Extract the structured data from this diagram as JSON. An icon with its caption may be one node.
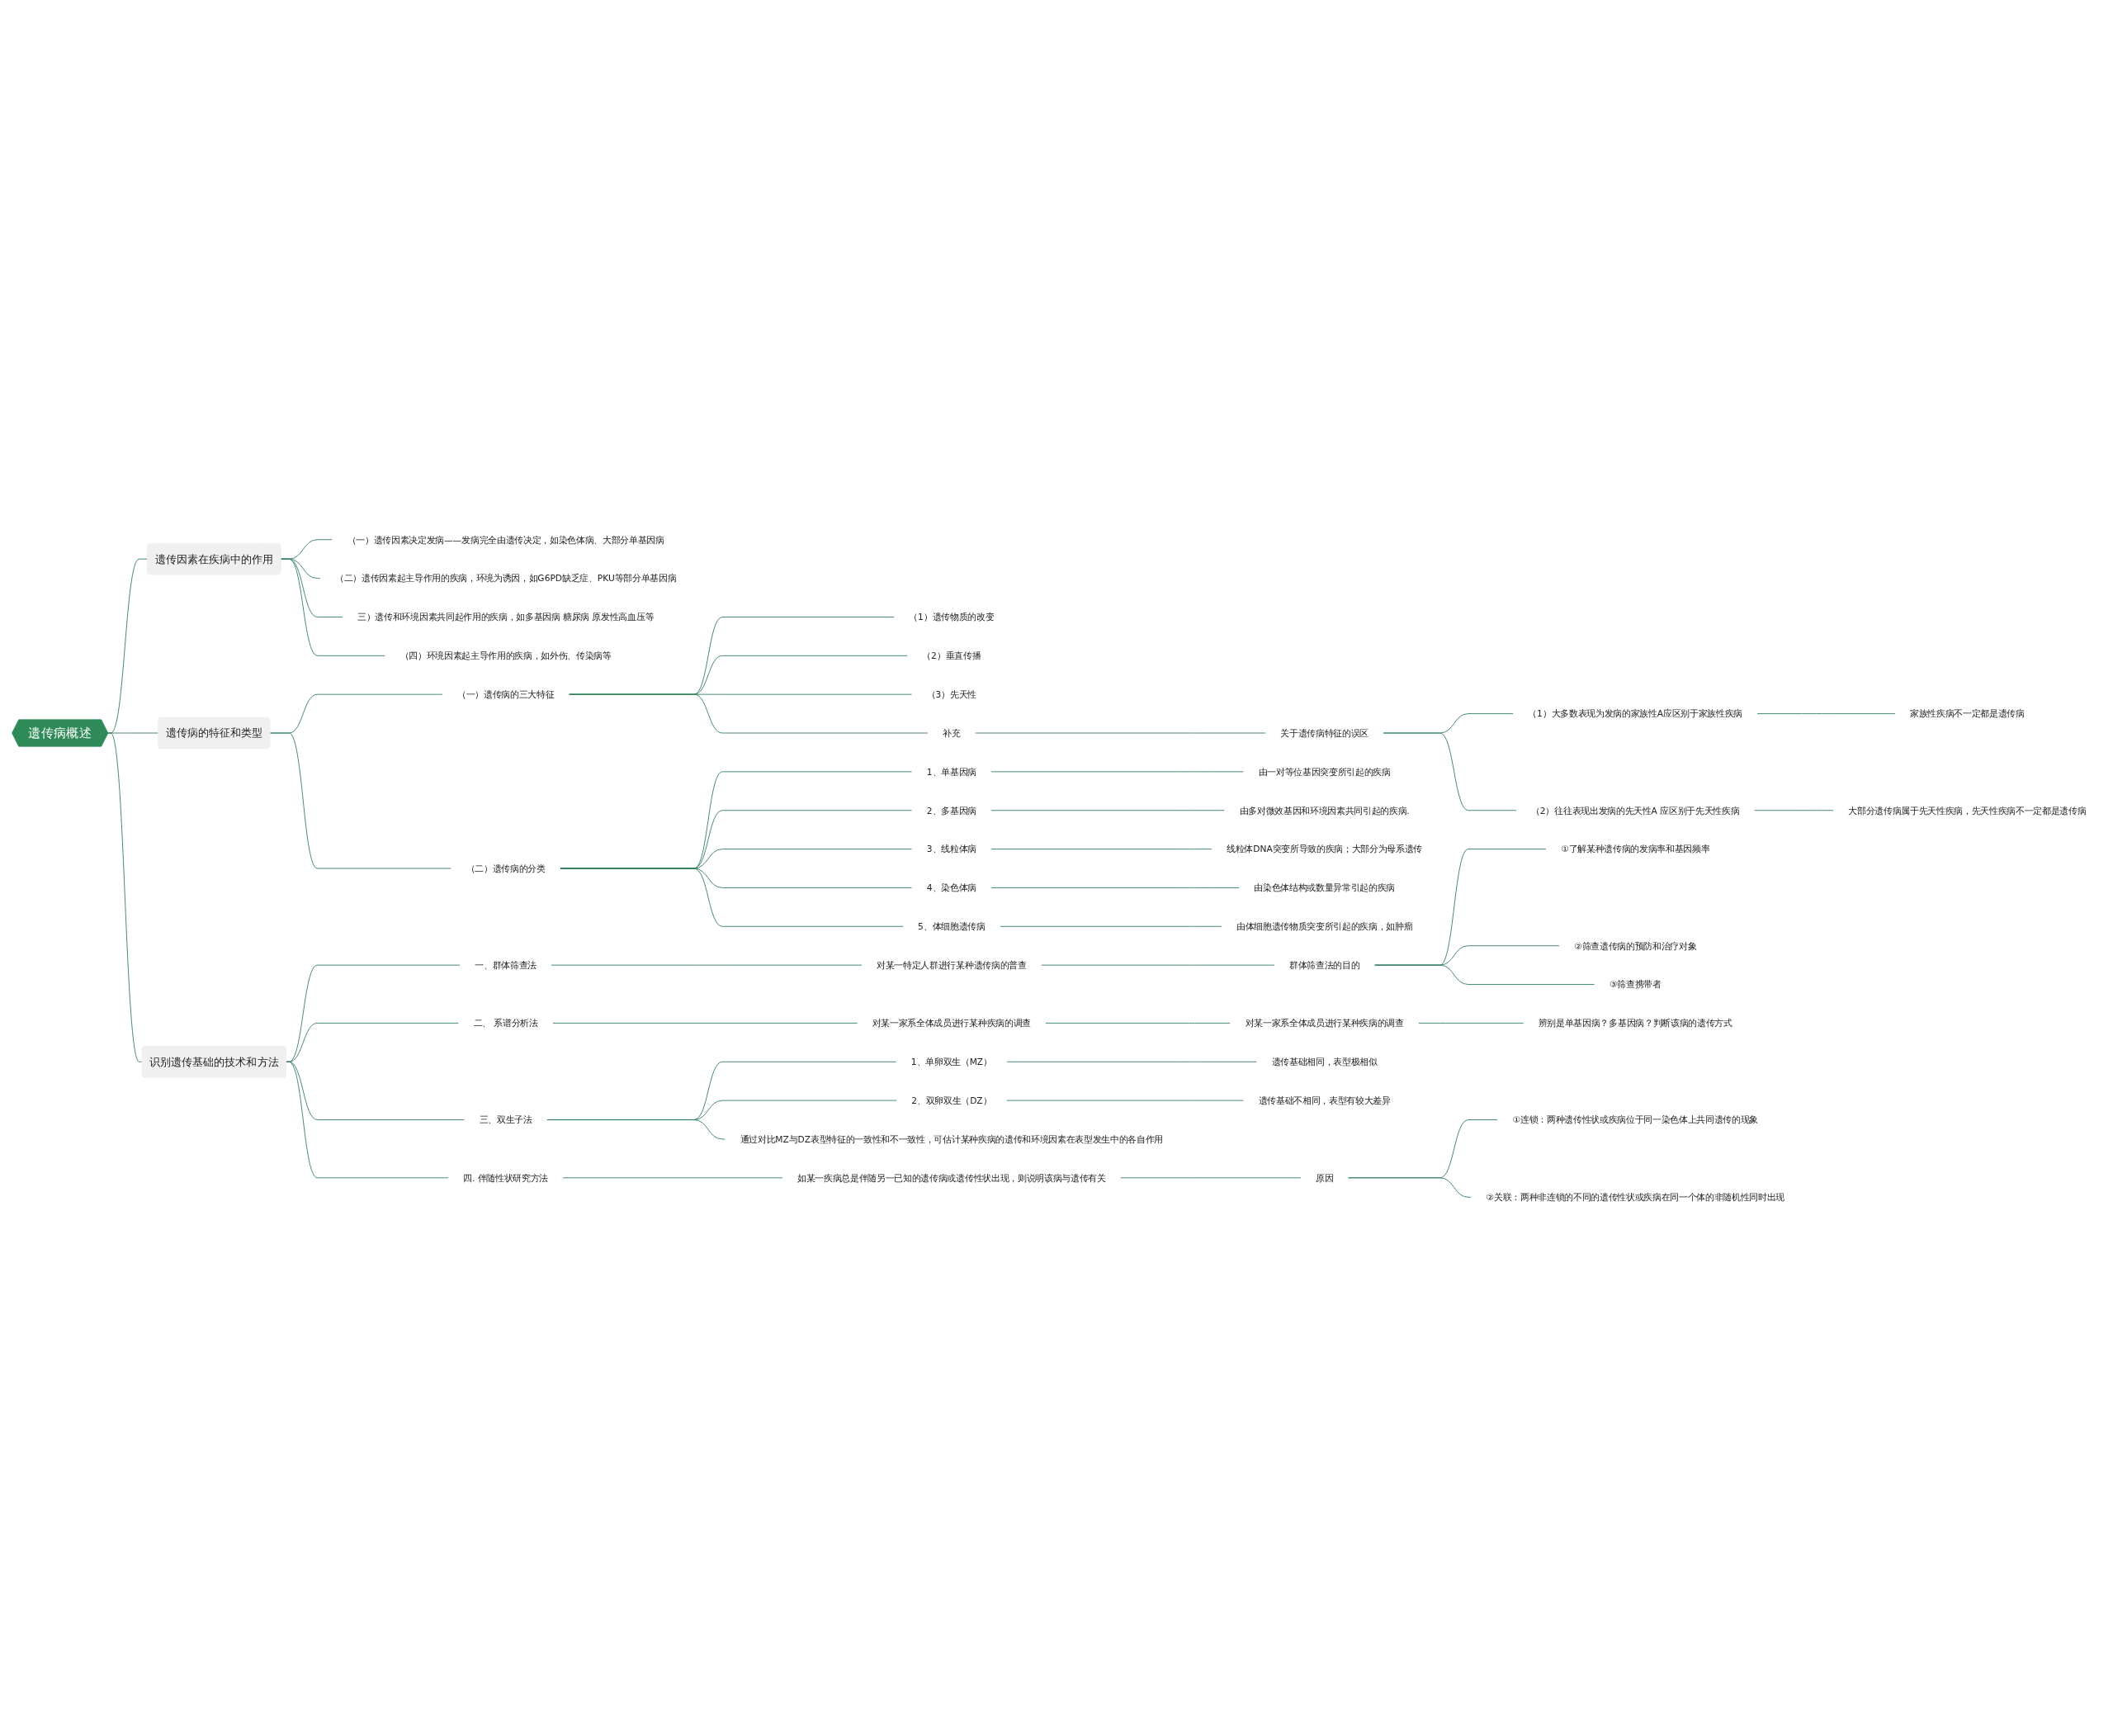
{
  "diagram": {
    "nodes": [
      {
        "text": [
          "遗传病概述"
        ]
      },
      {
        "text": [
          "遗传因素在疾病中的作用"
        ]
      },
      {
        "text": [
          "（一）遗传因素决定发病——发病完全由遗传决定，如染色体病、大部分单基因病"
        ]
      },
      {
        "text": [
          "（二）遗传因素起主导作用的疾病，环境为诱因，如G6PD缺乏症、PKU等部分单基因病"
        ]
      },
      {
        "text": [
          "三）遗传和环境因素共同起作用的疾病，如多基因病 糖尿病 原发性高血压等"
        ]
      },
      {
        "text": [
          "（四）环境因素起主导作用的疾病，如外伤、传染病等"
        ]
      },
      {
        "text": [
          "遗传病的特征和类型"
        ]
      },
      {
        "text": [
          "（一）遗传病的三大特征"
        ]
      },
      {
        "text": [
          "（1）遗传物质的改变"
        ]
      },
      {
        "text": [
          "（2）垂直传播"
        ]
      },
      {
        "text": [
          "（3）先天性"
        ]
      },
      {
        "text": [
          "补充"
        ]
      },
      {
        "text": [
          "关于遗传病特征的误区"
        ]
      },
      {
        "text": [
          "（1）大多数表现为发病的家族性A应区别于家族性疾病"
        ]
      },
      {
        "text": [
          "家族性疾病不一定都是遗传病"
        ]
      },
      {
        "text": [
          "（2）往往表现出发病的先天性A 应区别于先天性疾病"
        ]
      },
      {
        "text": [
          "大部分遗传病属于先天性疾病，先天性疾病不一定都是遗传病"
        ]
      },
      {
        "text": [
          "（二）遗传病的分类"
        ]
      },
      {
        "text": [
          "1、单基因病"
        ]
      },
      {
        "text": [
          "由一对等位基因突变所引起的疾病"
        ]
      },
      {
        "text": [
          "2、多基因病"
        ]
      },
      {
        "text": [
          "由多对微效基因和环境因素共同引起的疾病."
        ]
      },
      {
        "text": [
          "3、线粒体病"
        ]
      },
      {
        "text": [
          "线粒体DNA突变所导致的疾病；大部分为母系遗传"
        ]
      },
      {
        "text": [
          "4、染色体病"
        ]
      },
      {
        "text": [
          "由染色体结构或数量异常引起的疾病"
        ]
      },
      {
        "text": [
          "5、体细胞遗传病"
        ]
      },
      {
        "text": [
          "由体细胞遗传物质突变所引起的疾病，如肿瘤"
        ]
      },
      {
        "text": [
          "识别遗传基础的技术和方法"
        ]
      },
      {
        "text": [
          "一、群体筛查法"
        ]
      },
      {
        "text": [
          "对某一特定人群进行某种遗传病的普查"
        ]
      },
      {
        "text": [
          "群体筛查法的目的"
        ]
      },
      {
        "text": [
          "①了解某种遗传病的发病率和基因频率"
        ]
      },
      {
        "text": [
          "②筛查遗传病的预防和治疗对象"
        ]
      },
      {
        "text": [
          "③筛查携带者"
        ]
      },
      {
        "text": [
          "二、 系谱分析法"
        ]
      },
      {
        "text": [
          "对某一家系全体成员进行某种疾病的调查"
        ]
      },
      {
        "text": [
          "对某一家系全体成员进行某种疾病的调查"
        ]
      },
      {
        "text": [
          "辨别是单基因病？多基因病？判断该病的遗传方式"
        ]
      },
      {
        "text": [
          "三、双生子法"
        ]
      },
      {
        "text": [
          "1、单卵双生（MZ）"
        ]
      },
      {
        "text": [
          "遗传基础相同，表型极相似"
        ]
      },
      {
        "text": [
          "2、双卵双生（DZ）"
        ]
      },
      {
        "text": [
          "遗传基础不相同，表型有较大差异"
        ]
      },
      {
        "text": [
          "通过对比MZ与DZ表型特征的一致性和不一致性，可估计某种疾病的遗传和环境因素在表型发生中的各自作用"
        ]
      },
      {
        "text": [
          "四. 伴随性状研究方法"
        ]
      },
      {
        "text": [
          "如某一疾病总是伴随另一已知的遗传病或遗传性状出现，则说明该病与遗传有关"
        ]
      },
      {
        "text": [
          "原因"
        ]
      },
      {
        "text": [
          "①连锁：两种遗传性状或疾病位于同一染色体上共同遗传的现象"
        ]
      },
      {
        "text": [
          "②关联：两种非连锁的不同的遗传性状或疾病在同一个体的非随机性同时出现"
        ]
      }
    ],
    "edges": [
      {
        "from": 0,
        "to": 1,
        "arrow": "none"
      },
      {
        "from": 1,
        "to": 2,
        "arrow": "none"
      },
      {
        "from": 1,
        "to": 3,
        "arrow": "none"
      },
      {
        "from": 1,
        "to": 4,
        "arrow": "none"
      },
      {
        "from": 1,
        "to": 5,
        "arrow": "none"
      },
      {
        "from": 0,
        "to": 6,
        "arrow": "none"
      },
      {
        "from": 6,
        "to": 7,
        "arrow": "none"
      },
      {
        "from": 7,
        "to": 8,
        "arrow": "none"
      },
      {
        "from": 7,
        "to": 9,
        "arrow": "none"
      },
      {
        "from": 7,
        "to": 10,
        "arrow": "none"
      },
      {
        "from": 7,
        "to": 11,
        "arrow": "none"
      },
      {
        "from": 11,
        "to": 12,
        "arrow": "none"
      },
      {
        "from": 12,
        "to": 13,
        "arrow": "none"
      },
      {
        "from": 13,
        "to": 14,
        "arrow": "none"
      },
      {
        "from": 12,
        "to": 15,
        "arrow": "none"
      },
      {
        "from": 15,
        "to": 16,
        "arrow": "none"
      },
      {
        "from": 6,
        "to": 17,
        "arrow": "none"
      },
      {
        "from": 17,
        "to": 18,
        "arrow": "none"
      },
      {
        "from": 18,
        "to": 19,
        "arrow": "none"
      },
      {
        "from": 17,
        "to": 20,
        "arrow": "none"
      },
      {
        "from": 20,
        "to": 21,
        "arrow": "none"
      },
      {
        "from": 17,
        "to": 22,
        "arrow": "none"
      },
      {
        "from": 22,
        "to": 23,
        "arrow": "none"
      },
      {
        "from": 17,
        "to": 24,
        "arrow": "none"
      },
      {
        "from": 24,
        "to": 25,
        "arrow": "none"
      },
      {
        "from": 17,
        "to": 26,
        "arrow": "none"
      },
      {
        "from": 26,
        "to": 27,
        "arrow": "none"
      },
      {
        "from": 0,
        "to": 28,
        "arrow": "none"
      },
      {
        "from": 28,
        "to": 29,
        "arrow": "none"
      },
      {
        "from": 29,
        "to": 30,
        "arrow": "none"
      },
      {
        "from": 30,
        "to": 31,
        "arrow": "none"
      },
      {
        "from": 31,
        "to": 32,
        "arrow": "none"
      },
      {
        "from": 31,
        "to": 33,
        "arrow": "none"
      },
      {
        "from": 31,
        "to": 34,
        "arrow": "none"
      },
      {
        "from": 28,
        "to": 35,
        "arrow": "none"
      },
      {
        "from": 35,
        "to": 36,
        "arrow": "none"
      },
      {
        "from": 36,
        "to": 37,
        "arrow": "none"
      },
      {
        "from": 37,
        "to": 38,
        "arrow": "none"
      },
      {
        "from": 28,
        "to": 39,
        "arrow": "none"
      },
      {
        "from": 39,
        "to": 40,
        "arrow": "none"
      },
      {
        "from": 40,
        "to": 41,
        "arrow": "none"
      },
      {
        "from": 39,
        "to": 42,
        "arrow": "none"
      },
      {
        "from": 42,
        "to": 43,
        "arrow": "none"
      },
      {
        "from": 39,
        "to": 44,
        "arrow": "none"
      },
      {
        "from": 28,
        "to": 45,
        "arrow": "none"
      },
      {
        "from": 45,
        "to": 46,
        "arrow": "none"
      },
      {
        "from": 46,
        "to": 47,
        "arrow": "none"
      },
      {
        "from": 47,
        "to": 48,
        "arrow": "none"
      },
      {
        "from": 47,
        "to": 49,
        "arrow": "none"
      }
    ]
  }
}
